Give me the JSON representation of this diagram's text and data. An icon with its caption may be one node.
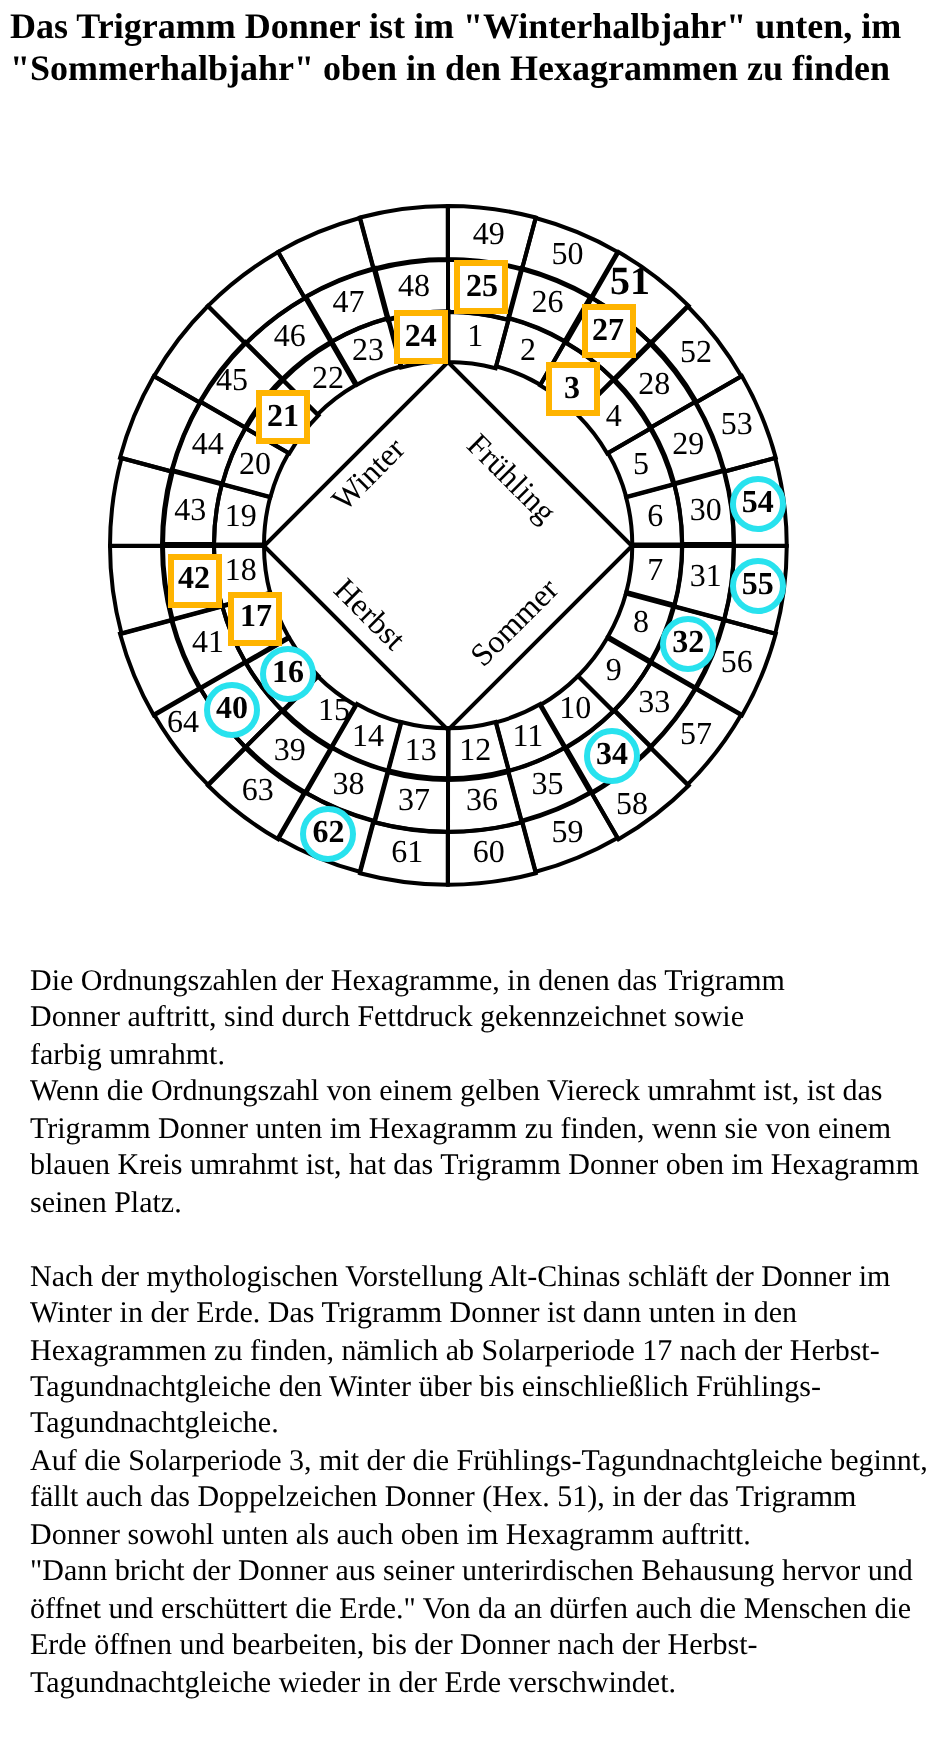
{
  "diagram": {
    "title": "Das Trigramm Donner ist im \"Winterhalbjahr\" unten, im \"Sommerhalbjahr\" oben in den Hexagrammen zu finden",
    "nodes": [
      {
        "text": [
          "1"
        ]
      },
      {
        "text": [
          "2"
        ]
      },
      {
        "text": [],
        "shape": "segment"
      },
      {
        "text": [
          "4"
        ]
      },
      {
        "text": [
          "5"
        ]
      },
      {
        "text": [
          "6"
        ]
      },
      {
        "text": [
          "7"
        ]
      },
      {
        "text": [
          "8"
        ]
      },
      {
        "text": [
          "9"
        ]
      },
      {
        "text": [
          "10"
        ]
      },
      {
        "text": [
          "11"
        ]
      },
      {
        "text": [
          "12"
        ]
      },
      {
        "text": [
          "13"
        ]
      },
      {
        "text": [
          "14"
        ]
      },
      {
        "text": [
          "15"
        ]
      },
      {
        "text": [],
        "shape": "segment"
      },
      {
        "text": [],
        "shape": "segment"
      },
      {
        "text": [
          "18"
        ]
      },
      {
        "text": [
          "19"
        ]
      },
      {
        "text": [
          "20"
        ]
      },
      {
        "text": [],
        "shape": "segment"
      },
      {
        "text": [
          "22"
        ]
      },
      {
        "text": [
          "23"
        ]
      },
      {
        "text": [],
        "shape": "segment"
      },
      {
        "text": [],
        "shape": "segment"
      },
      {
        "text": [
          "26"
        ]
      },
      {
        "text": [],
        "shape": "segment"
      },
      {
        "text": [
          "28"
        ]
      },
      {
        "text": [
          "29"
        ]
      },
      {
        "text": [
          "30"
        ]
      },
      {
        "text": [
          "31"
        ]
      },
      {
        "text": [],
        "shape": "segment"
      },
      {
        "text": [
          "33"
        ]
      },
      {
        "text": [],
        "shape": "segment"
      },
      {
        "text": [
          "35"
        ]
      },
      {
        "text": [
          "36"
        ]
      },
      {
        "text": [
          "37"
        ]
      },
      {
        "text": [
          "38"
        ]
      },
      {
        "text": [
          "39"
        ]
      },
      {
        "text": [],
        "shape": "segment"
      },
      {
        "text": [
          "41"
        ]
      },
      {
        "text": [],
        "shape": "segment"
      },
      {
        "text": [
          "43"
        ]
      },
      {
        "text": [
          "44"
        ]
      },
      {
        "text": [
          "45"
        ]
      },
      {
        "text": [
          "46"
        ]
      },
      {
        "text": [
          "47"
        ]
      },
      {
        "text": [
          "48"
        ]
      },
      {
        "text": [
          "49"
        ]
      },
      {
        "text": [
          "50"
        ]
      },
      {
        "text": [
          "51"
        ]
      },
      {
        "text": [
          "52"
        ]
      },
      {
        "text": [
          "53"
        ]
      },
      {
        "text": [],
        "shape": "segment"
      },
      {
        "text": [],
        "shape": "segment"
      },
      {
        "text": [
          "56"
        ]
      },
      {
        "text": [
          "57"
        ]
      },
      {
        "text": [
          "58"
        ]
      },
      {
        "text": [
          "59"
        ]
      },
      {
        "text": [
          "60"
        ]
      },
      {
        "text": [
          "61"
        ]
      },
      {
        "text": [],
        "shape": "segment"
      },
      {
        "text": [
          "63"
        ]
      },
      {
        "text": [
          "64"
        ]
      },
      {
        "text": [],
        "shape": "segment"
      },
      {
        "text": [],
        "shape": "segment"
      },
      {
        "text": [],
        "shape": "segment"
      },
      {
        "text": [],
        "shape": "segment"
      },
      {
        "text": [],
        "shape": "segment"
      },
      {
        "text": [],
        "shape": "segment"
      },
      {
        "text": [],
        "shape": "segment"
      },
      {
        "text": [],
        "shape": "segment"
      },
      {
        "text": [
          "Winter",
          "Frühling",
          "Herbst",
          "Sommer"
        ]
      },
      {
        "text": [
          "3"
        ],
        "in": 2
      },
      {
        "text": [
          "16"
        ],
        "in": 15
      },
      {
        "text": [
          "17"
        ],
        "in": 16
      },
      {
        "text": [
          "21"
        ],
        "in": 20
      },
      {
        "text": [
          "24"
        ],
        "in": 23
      },
      {
        "text": [
          "25"
        ],
        "in": 24
      },
      {
        "text": [
          "27"
        ],
        "in": 26
      },
      {
        "text": [
          "32"
        ],
        "in": 31
      },
      {
        "text": [
          "34"
        ],
        "in": 33
      },
      {
        "text": [
          "40"
        ],
        "in": 39
      },
      {
        "text": [
          "42"
        ],
        "in": 41
      },
      {
        "text": [
          "54"
        ],
        "in": 53
      },
      {
        "text": [
          "55"
        ],
        "in": 54
      },
      {
        "text": [
          "62"
        ],
        "in": 61
      }
    ],
    "labels": [
      "Die Ordnungszahlen der Hexagramme, in denen das Trigramm Donner auftritt, sind durch Fettdruck gekennzeichnet sowie farbig umrahmt.",
      "Wenn die Ordnungszahl von einem gelben Viereck umrahmt ist, ist das Trigramm Donner unten im Hexagramm zu finden, wenn sie von einem blauen Kreis umrahmt ist, hat das Trigramm Donner oben im Hexagramm seinen Platz.",
      "Nach der mythologischen Vorstellung Alt-Chinas schläft der Donner im Winter in der Erde. Das Trigramm Donner ist dann unten in den Hexagrammen zu finden, nämlich ab Solarperiode 17 nach der Herbst-Tagundnachtgleiche den Winter über bis einschließlich Frühlings-Tagundnachtgleiche.",
      "Auf die Solarperiode 3, mit der die Frühlings-Tagundnachtgleiche beginnt, fällt auch das Doppelzeichen Donner (Hex. 51), in der das Trigramm Donner sowohl unten als auch oben im Hexagramm auftritt.",
      "\"Dann bricht der Donner aus seiner unterirdischen Behausung hervor und öffnet und erschüttert die Erde.\" Von da an dürfen auch die Menschen die Erde öffnen und bearbeiten, bis der Donner nach der Herbst-Tagundnachtgleiche wieder in der Erde verschwindet."
    ]
  }
}
